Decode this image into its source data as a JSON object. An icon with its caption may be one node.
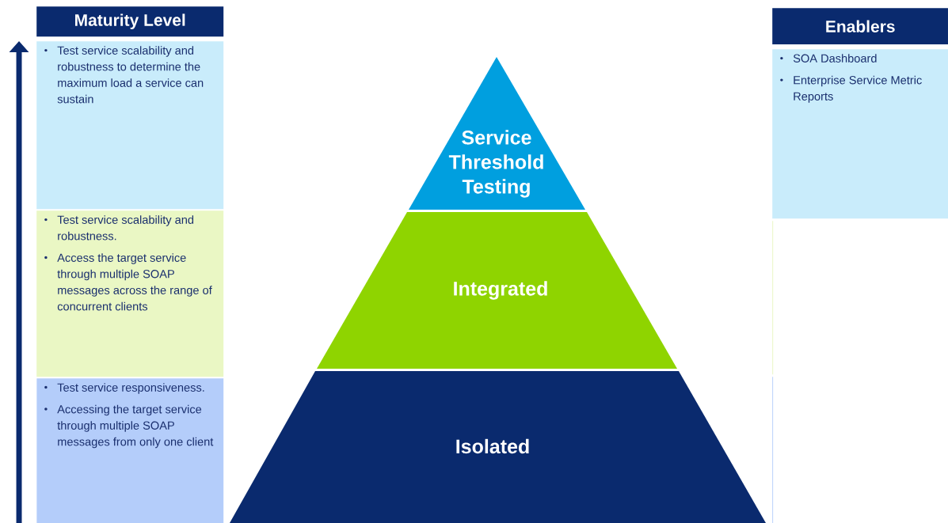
{
  "diagram": {
    "nodes": [
      {
        "text": [
          "Maturity Level"
        ]
      },
      {
        "text": [
          "Test service scalability and robustness to determine the maximum load a service can sustain"
        ]
      },
      {
        "text": [
          "Test service scalability and robustness.",
          "Access the target service through multiple SOAP messages across the range of concurrent clients"
        ]
      },
      {
        "text": [
          "Test service responsiveness.",
          "Accessing the target service through multiple SOAP messages from only one client"
        ]
      },
      {
        "text": [
          "Service Threshold Testing"
        ]
      },
      {
        "text": [
          "Integrated"
        ]
      },
      {
        "text": [
          "Isolated"
        ]
      },
      {
        "text": [
          "Enablers"
        ]
      },
      {
        "text": [
          "SOA Dashboard",
          "Enterprise Service Metric Reports"
        ]
      },
      {
        "text": [],
        "shape": "box"
      },
      {
        "text": [],
        "shape": "box"
      }
    ]
  }
}
